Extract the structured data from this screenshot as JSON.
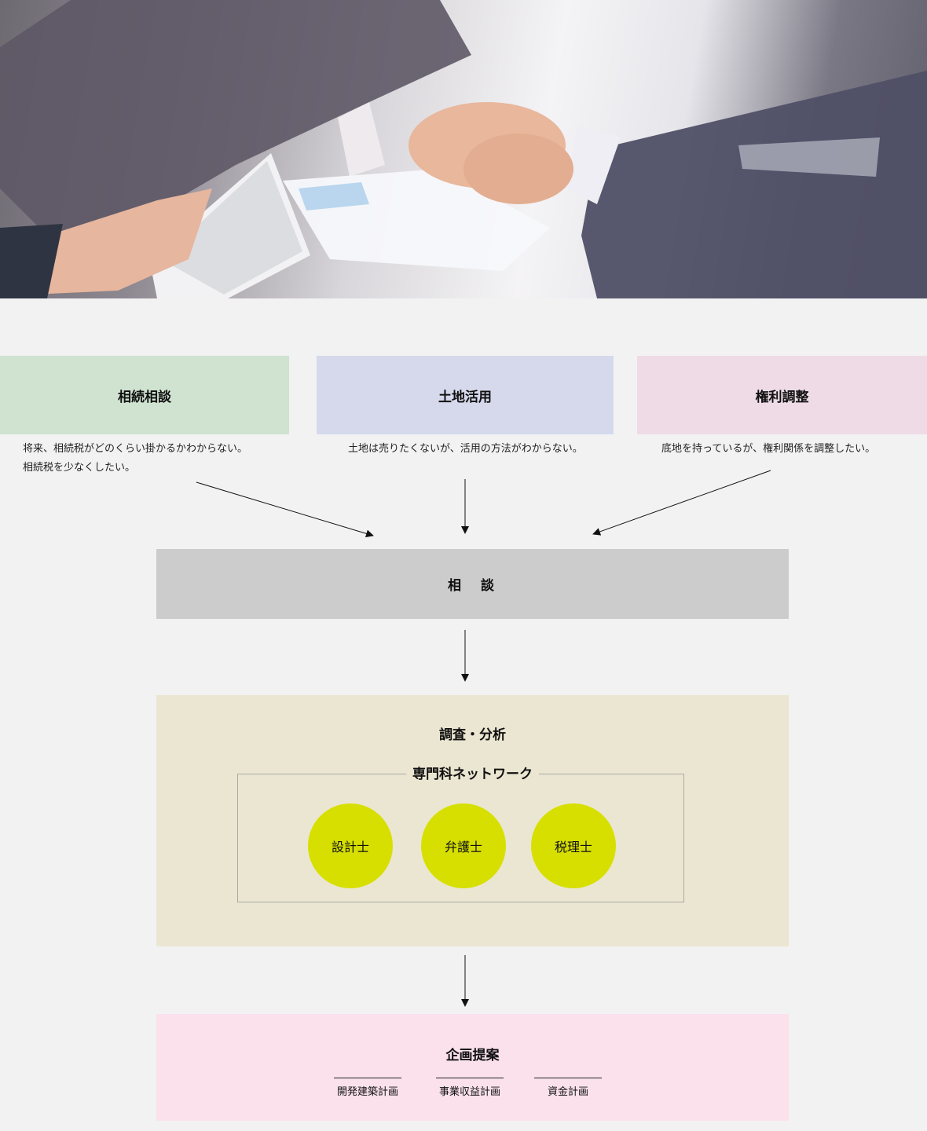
{
  "hero": {
    "image_icon": "handshake-photo"
  },
  "categories": [
    {
      "title": "相続相談",
      "color": "#cfe3d0",
      "desc": [
        "将来、相続税がどのくらい掛かるかわからない。",
        "相続税を少なくしたい。"
      ]
    },
    {
      "title": "土地活用",
      "color": "#d6d9ec",
      "desc": [
        "土地は売りたくないが、活用の方法がわからない。"
      ]
    },
    {
      "title": "権利調整",
      "color": "#eedbe6",
      "desc": [
        "底地を持っているが、権利関係を調整したい。"
      ]
    }
  ],
  "consult": {
    "title": "相　談",
    "color": "#cccccc"
  },
  "research": {
    "title": "調査・分析",
    "color": "#ebe6d1",
    "network_title": "専門科ネットワーク",
    "experts": [
      "設計士",
      "弁護士",
      "税理士"
    ],
    "expert_color": "#d6df00"
  },
  "proposal": {
    "title": "企画提案",
    "color": "#fae1ec",
    "plans": [
      "開発建築計画",
      "事業収益計画",
      "資金計画"
    ]
  }
}
